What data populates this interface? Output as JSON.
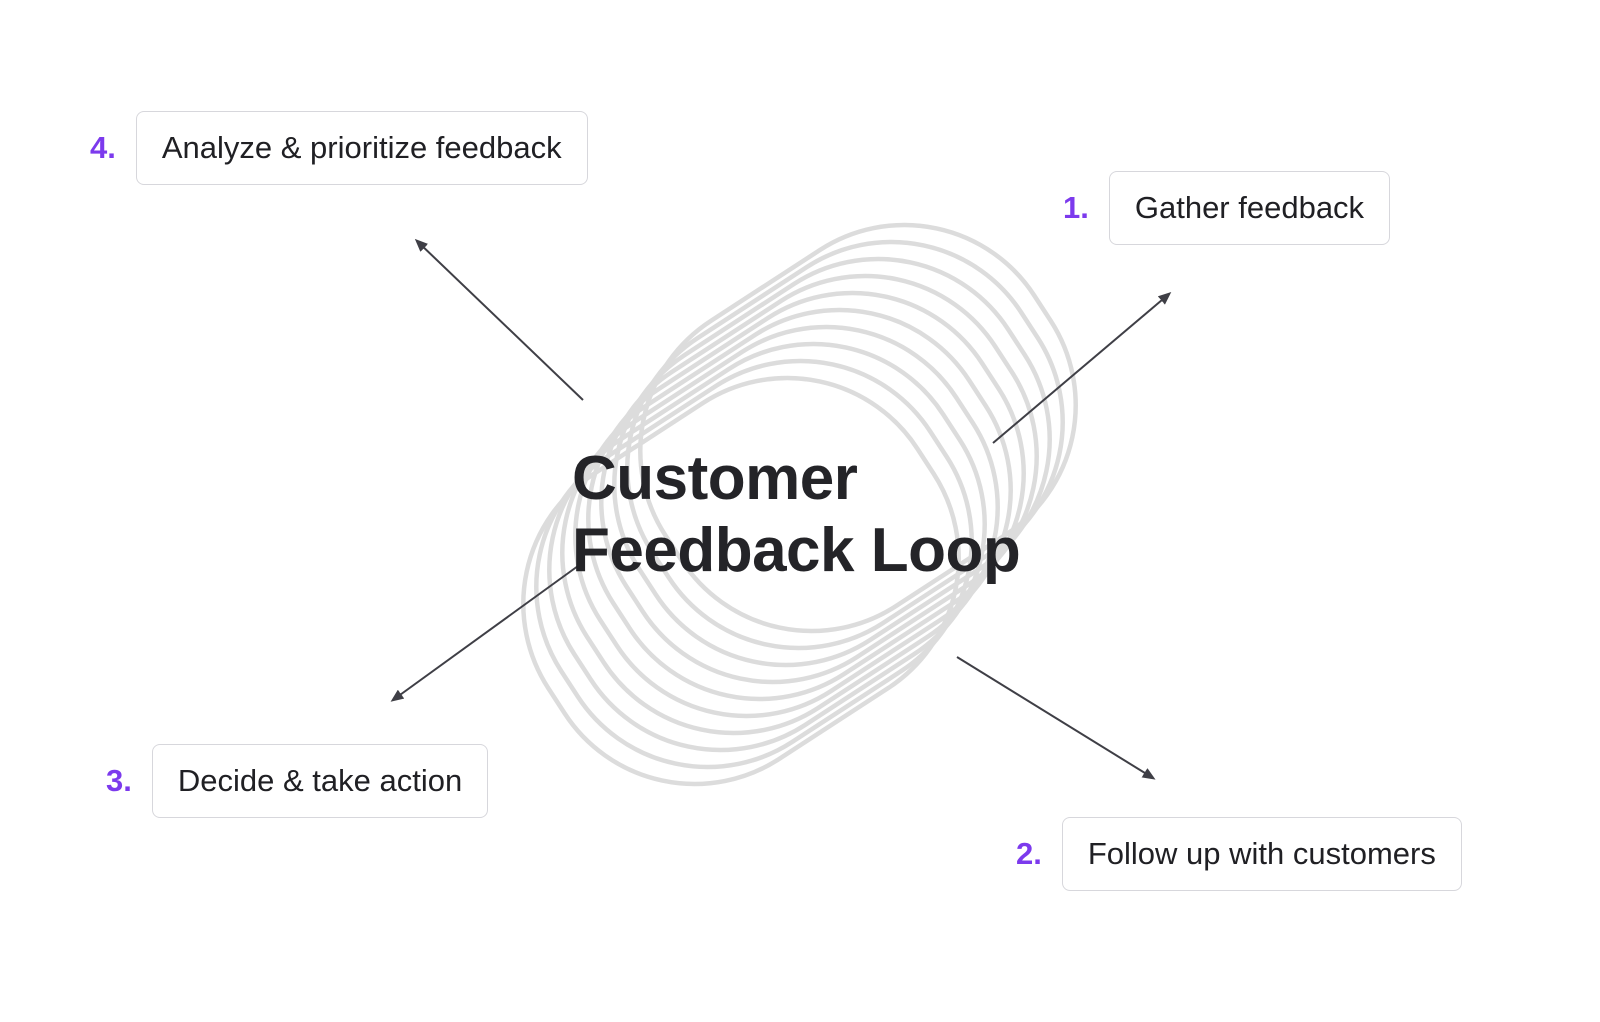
{
  "title": {
    "line1": "Customer",
    "line2": "Feedback Loop"
  },
  "steps": [
    {
      "number": "1.",
      "label": "Gather feedback"
    },
    {
      "number": "2.",
      "label": "Follow up with customers"
    },
    {
      "number": "3.",
      "label": "Decide & take action"
    },
    {
      "number": "4.",
      "label": "Analyze & prioritize feedback"
    }
  ],
  "colors": {
    "accent": "#7C3AED",
    "coil": "#DCDCDC",
    "arrow": "#3F3F46",
    "box_border": "#D7D7DC",
    "text": "#202024"
  }
}
